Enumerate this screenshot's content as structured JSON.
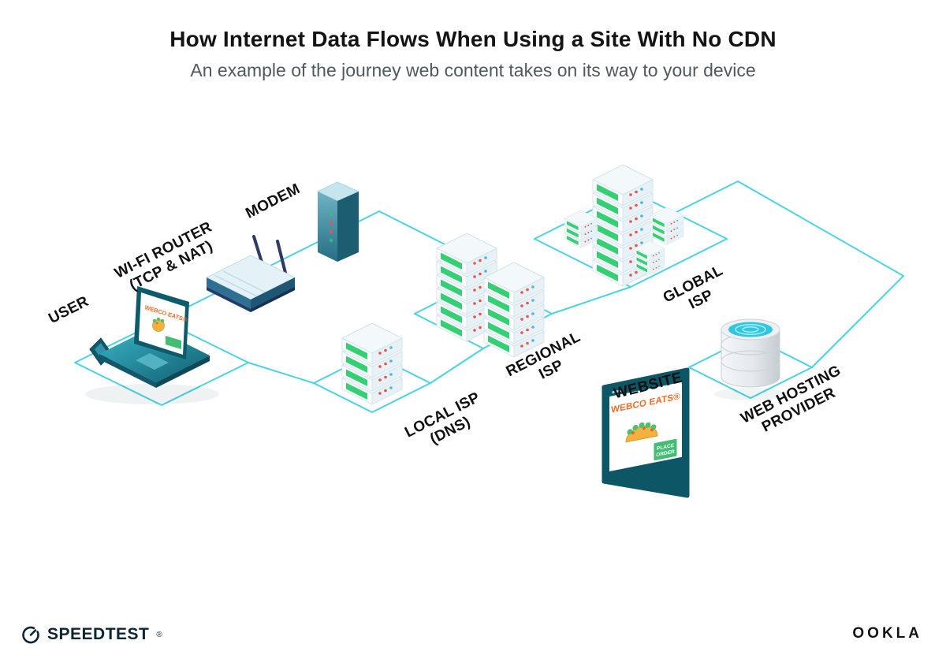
{
  "header": {
    "title": "How Internet Data Flows When Using a Site With No CDN",
    "subtitle": "An example of the journey web content takes on its way to your device"
  },
  "diagram": {
    "nodes": {
      "user": {
        "label": "USER"
      },
      "wifi_router": {
        "label_line1": "WI-FI ROUTER",
        "label_line2": "(TCP & NAT)"
      },
      "modem": {
        "label": "MODEM"
      },
      "local_isp": {
        "label_line1": "LOCAL ISP",
        "label_line2": "(DNS)"
      },
      "regional_isp": {
        "label_line1": "REGIONAL",
        "label_line2": "ISP"
      },
      "global_isp": {
        "label_line1": "GLOBAL",
        "label_line2": "ISP"
      },
      "website": {
        "label": "WEBSITE"
      },
      "web_hosting": {
        "label_line1": "WEB HOSTING",
        "label_line2": "PROVIDER"
      }
    },
    "laptop_screen": {
      "brand": "WEBCO EATS®"
    },
    "website_window": {
      "brand": "WEBCO EATS®",
      "order_button_line1": "PLACE",
      "order_button_line2": "ORDER"
    }
  },
  "footer": {
    "speedtest_label": "SPEEDTEST",
    "speedtest_mark": "®",
    "ookla_label": "OOKLA"
  },
  "colors": {
    "connection_line": "#4ad2e6",
    "server_green": "#35d073",
    "brand_orange": "#f26a21",
    "frame_teal": "#0d5666",
    "title_ink": "#141414",
    "subtitle_gray": "#50595d"
  }
}
